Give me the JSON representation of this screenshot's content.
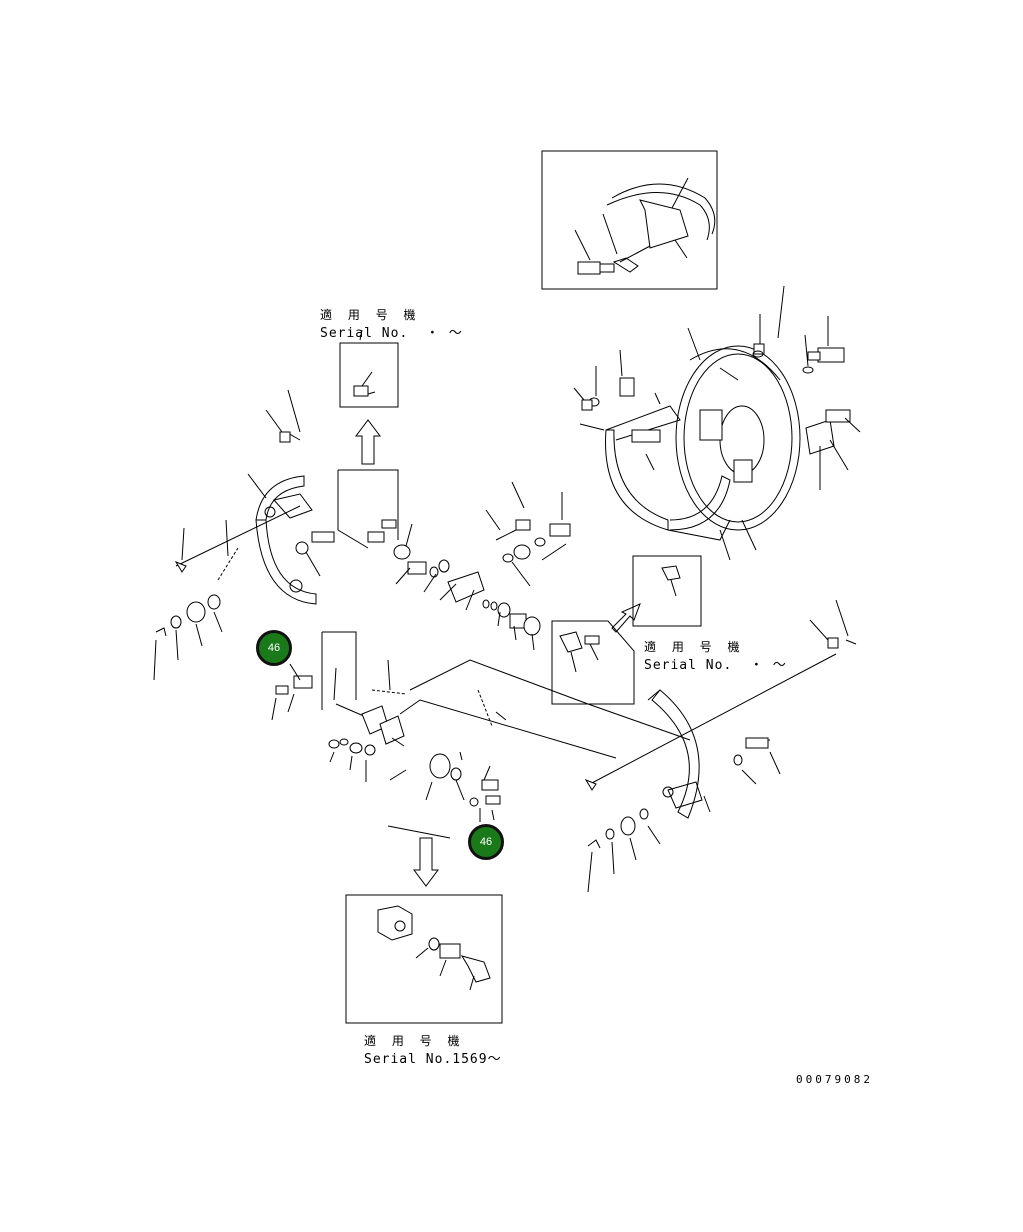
{
  "labels": {
    "serial_title_1": "適 用 号 機",
    "serial_no_1": "Serial No.  ・ ～",
    "serial_title_2": "適 用 号 機",
    "serial_no_2": "Serial No.  ・ ～",
    "serial_title_3": "適 用 号 機",
    "serial_no_3": "Serial No.1569～"
  },
  "markers": [
    {
      "label": "46"
    },
    {
      "label": "46"
    }
  ],
  "colors": {
    "marker_fill": "#1a7a1a",
    "marker_border": "#111111",
    "line": "#000000"
  },
  "document_number": "00079082"
}
